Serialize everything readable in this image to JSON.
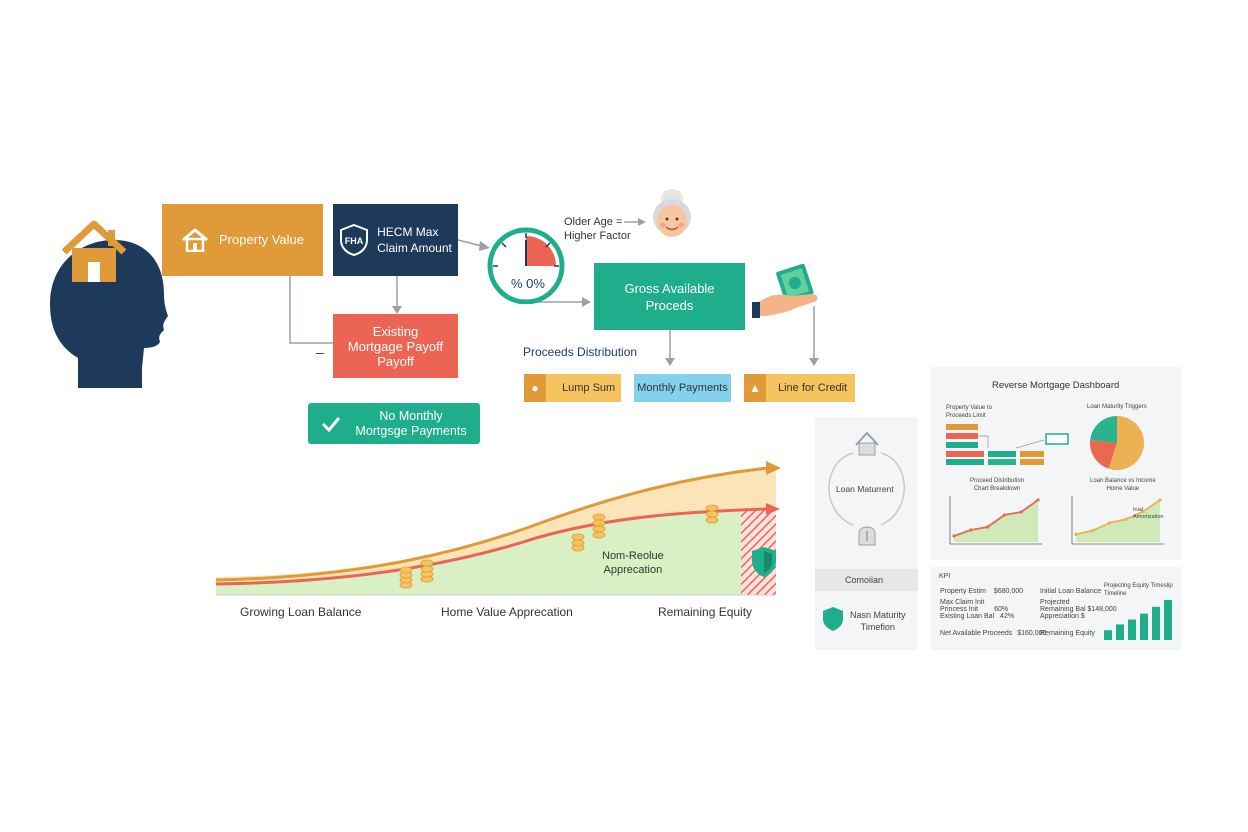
{
  "flow": {
    "property_value": "Property Value",
    "hecm_max_line1": "HECM Max",
    "hecm_max_line2": "Claim Amount",
    "fha_badge": "FHA",
    "existing_payoff_line1": "Existing",
    "existing_payoff_line2": "Mortgage Payoff",
    "existing_payoff_line3": "Payoff",
    "minus_sign": "–",
    "gauge_text": "% 0%",
    "older_age_line1": "Older Age =",
    "older_age_line2": "Higher Factor",
    "gross_line1": "Gross Available",
    "gross_line2": "Proceds",
    "no_monthly_line1": "No Monthly",
    "no_monthly_line2": "Mortgsge Payments",
    "proceeds_distribution": "Proceeds Distribution",
    "options": [
      "Lump Sum",
      "Monthly Payments",
      "Line for Credit"
    ]
  },
  "growth": {
    "area_label_line1": "Nom-Reolue",
    "area_label_line2": "Apprecation",
    "labels": [
      "Growing Loan Balance",
      "Home Value Apprecation",
      "Remaining Equity"
    ]
  },
  "timeline": {
    "loan_maturity": "Loan Maturrent",
    "comparison": "Comoiian",
    "nasn_line1": "Nasn Maturity",
    "nasn_line2": "Timefion"
  },
  "dashboard": {
    "title": "Reverse Mortgage Dashboard",
    "flow_label_line1": "Property Value to",
    "flow_label_line2": "Proceeds Limit",
    "triggers_label": "Loan Maturity Triggers",
    "dist_label_line1": "Proceed Distribution",
    "dist_label_line2": "Chart Breakdown",
    "balance_label_line1": "Loan Balance vs Income",
    "balance_label_line2": "Home Value",
    "balance_annotation_line1": "Inial",
    "balance_annotation_line2": "Amortization",
    "kpi_title": "KPI",
    "kpi_left": [
      {
        "label": "Property Estim",
        "value": "$680,000"
      },
      {
        "label": "Max Claim Init",
        "value": ""
      },
      {
        "label": "Princess Init",
        "value": "60%"
      },
      {
        "label": "Existing Loan Bal",
        "value": "42%"
      },
      {
        "label": "Net Available Proceeds",
        "value": "$160,000"
      }
    ],
    "kpi_mid": [
      {
        "label": "Initial Loan Balance",
        "value": ""
      },
      {
        "label": "Projected",
        "value": ""
      },
      {
        "label": "Remaining Bal",
        "value": "$148,000"
      },
      {
        "label": "Appreciation",
        "value": "$"
      },
      {
        "label": "Remaining Equity",
        "value": ""
      }
    ],
    "kpi_right_line1": "Projecting Equity Timeslip",
    "kpi_right_line2": "Timeline",
    "pie_slices": [
      {
        "name": "s1",
        "value": 0.55,
        "color": "#ecb152"
      },
      {
        "name": "s2",
        "value": 0.22,
        "color": "#e8694f"
      },
      {
        "name": "s3",
        "value": 0.23,
        "color": "#2ab38f"
      }
    ],
    "red_line": [
      1,
      2,
      2.5,
      4.5,
      5,
      7
    ],
    "yellow_line": [
      1,
      1.5,
      2.5,
      3,
      4,
      5.5
    ],
    "kpi_bars": [
      1,
      1.6,
      2.1,
      2.7,
      3.4,
      4.1
    ]
  },
  "colors": {
    "orange": "#e09a38",
    "navy": "#1d3a5b",
    "coral": "#ec6453",
    "teal": "#1fae8c",
    "blue_light": "#84d1ec",
    "yellow_chip": "#f6c45f"
  }
}
